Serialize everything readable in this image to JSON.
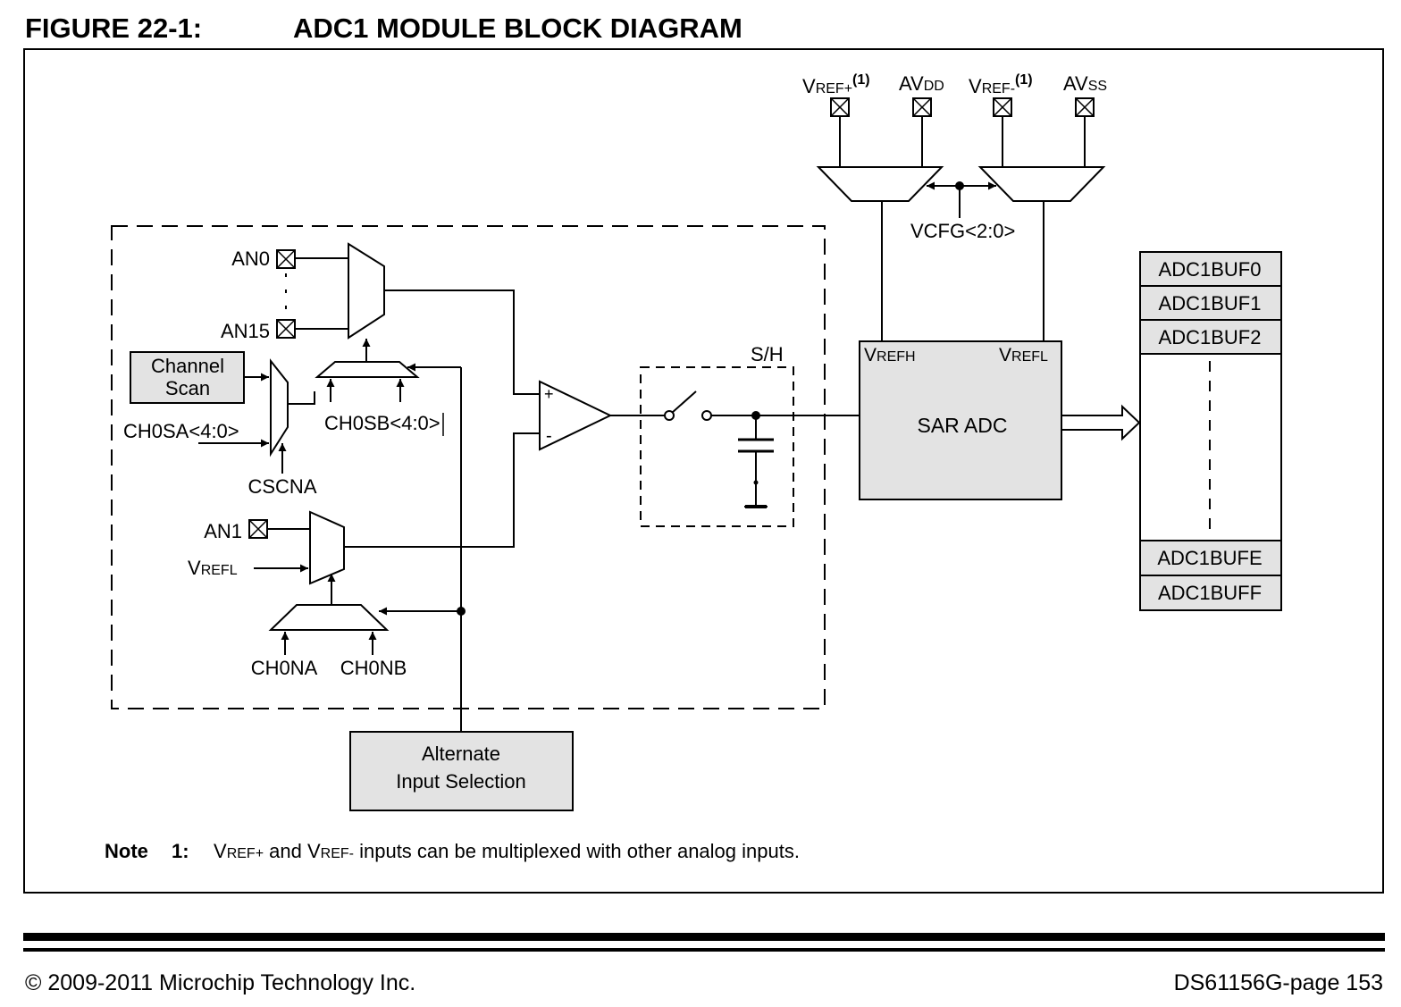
{
  "figure": {
    "number": "FIGURE 22-1:",
    "title": "ADC1 MODULE BLOCK DIAGRAM"
  },
  "pins_top": {
    "vref_plus": {
      "main": "V",
      "sub": "REF+",
      "sup": "(1)"
    },
    "avdd": {
      "main": "AV",
      "sub": "DD"
    },
    "vref_minus": {
      "main": "V",
      "sub": "REF-",
      "sup": "(1)"
    },
    "avss": {
      "main": "AV",
      "sub": "SS"
    }
  },
  "vcfg_label": "VCFG<2:0>",
  "inputs": {
    "an0": "AN0",
    "an15": "AN15",
    "an1": "AN1",
    "channel_scan": [
      "Channel",
      "Scan"
    ],
    "ch0sa": "CH0SA<4:0>",
    "ch0sb": "CH0SB<4:0>",
    "cscna": "CSCNA",
    "vrefl": {
      "main": "V",
      "sub": "REFL"
    },
    "ch0na": "CH0NA",
    "ch0nb": "CH0NB"
  },
  "amp": {
    "plus": "+",
    "minus": "-"
  },
  "sh_label": "S/H",
  "sar": {
    "label": "SAR ADC",
    "vrefh": {
      "main": "V",
      "sub": "REFH"
    },
    "vrefl": {
      "main": "V",
      "sub": "REFL"
    }
  },
  "buffers": [
    "ADC1BUF0",
    "ADC1BUF1",
    "ADC1BUF2",
    "ADC1BUFE",
    "ADC1BUFF"
  ],
  "alt_input": [
    "Alternate",
    "Input Selection"
  ],
  "note": {
    "label": "Note",
    "number": "1:",
    "vref_plus": {
      "main": "V",
      "sub": "REF+"
    },
    "and_text": " and ",
    "vref_minus": {
      "main": "V",
      "sub": "REF-"
    },
    "rest": " inputs can be multiplexed with other analog inputs."
  },
  "footer": {
    "copyright": "© 2009-2011 Microchip Technology Inc.",
    "page": "DS61156G-page  153"
  },
  "colors": {
    "block_fill": "#e3e3e3",
    "line": "#000000",
    "background": "#ffffff"
  }
}
